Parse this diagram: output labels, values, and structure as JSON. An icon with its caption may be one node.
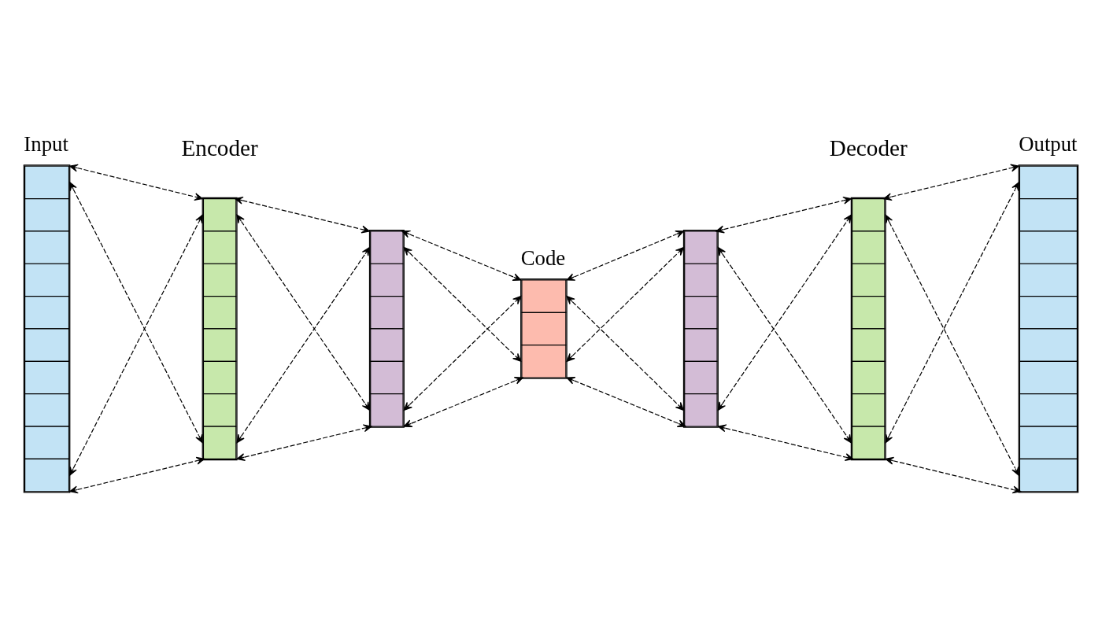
{
  "diagram": {
    "nodes": [
      {
        "text": [
          "Input"
        ]
      },
      {
        "text": [],
        "shape": "bar"
      },
      {
        "text": [],
        "shape": "bar"
      },
      {
        "text": [
          "Code"
        ]
      },
      {
        "text": [],
        "shape": "bar"
      },
      {
        "text": [],
        "shape": "bar"
      },
      {
        "text": [
          "Output"
        ]
      }
    ],
    "edges": [
      {
        "from": 0,
        "to": 1,
        "arrow": "both",
        "style": "dashed"
      },
      {
        "from": 0,
        "to": 1,
        "arrow": "both",
        "style": "dashed"
      },
      {
        "from": 0,
        "to": 1,
        "arrow": "both",
        "style": "dashed"
      },
      {
        "from": 0,
        "to": 1,
        "arrow": "both",
        "style": "dashed"
      },
      {
        "from": 1,
        "to": 2,
        "arrow": "both",
        "style": "dashed"
      },
      {
        "from": 1,
        "to": 2,
        "arrow": "both",
        "style": "dashed"
      },
      {
        "from": 1,
        "to": 2,
        "arrow": "both",
        "style": "dashed"
      },
      {
        "from": 1,
        "to": 2,
        "arrow": "both",
        "style": "dashed"
      },
      {
        "from": 2,
        "to": 3,
        "arrow": "both",
        "style": "dashed"
      },
      {
        "from": 2,
        "to": 3,
        "arrow": "both",
        "style": "dashed"
      },
      {
        "from": 2,
        "to": 3,
        "arrow": "both",
        "style": "dashed"
      },
      {
        "from": 2,
        "to": 3,
        "arrow": "both",
        "style": "dashed"
      },
      {
        "from": 3,
        "to": 4,
        "arrow": "both",
        "style": "dashed"
      },
      {
        "from": 3,
        "to": 4,
        "arrow": "both",
        "style": "dashed"
      },
      {
        "from": 3,
        "to": 4,
        "arrow": "both",
        "style": "dashed"
      },
      {
        "from": 3,
        "to": 4,
        "arrow": "both",
        "style": "dashed"
      },
      {
        "from": 4,
        "to": 5,
        "arrow": "both",
        "style": "dashed"
      },
      {
        "from": 4,
        "to": 5,
        "arrow": "both",
        "style": "dashed"
      },
      {
        "from": 4,
        "to": 5,
        "arrow": "both",
        "style": "dashed"
      },
      {
        "from": 4,
        "to": 5,
        "arrow": "both",
        "style": "dashed"
      },
      {
        "from": 5,
        "to": 6,
        "arrow": "both",
        "style": "dashed"
      },
      {
        "from": 5,
        "to": 6,
        "arrow": "both",
        "style": "dashed"
      },
      {
        "from": 5,
        "to": 6,
        "arrow": "both",
        "style": "dashed"
      },
      {
        "from": 5,
        "to": 6,
        "arrow": "both",
        "style": "dashed"
      }
    ],
    "labels": [
      "Encoder",
      "Decoder"
    ]
  }
}
